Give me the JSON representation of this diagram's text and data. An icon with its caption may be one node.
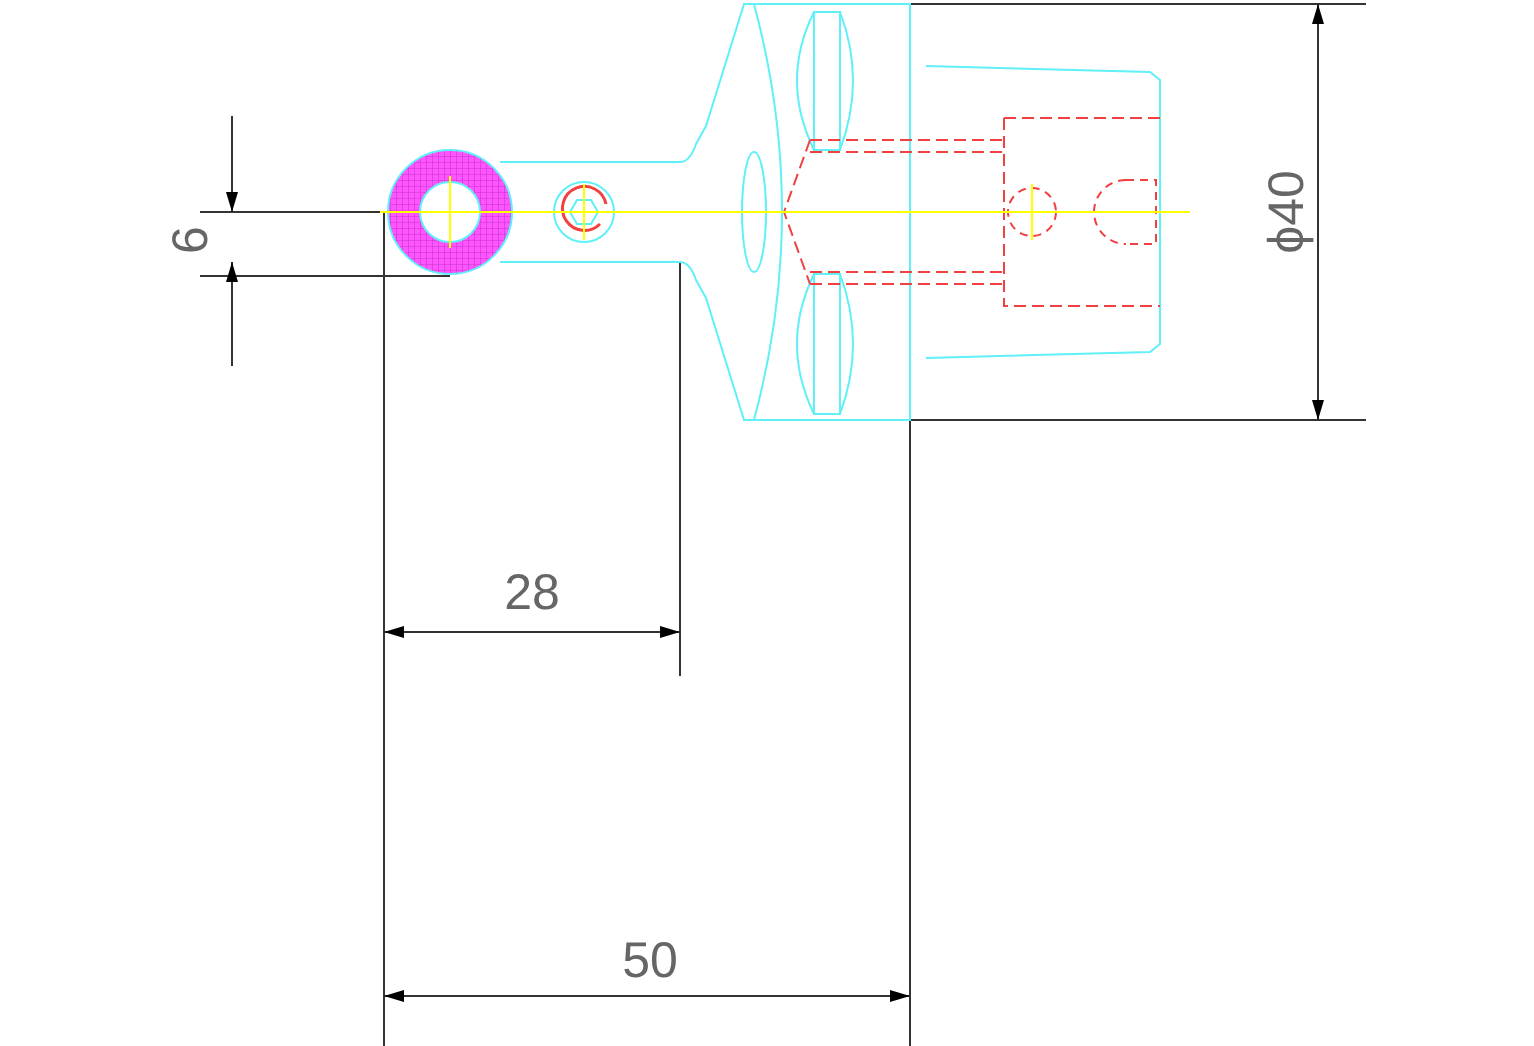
{
  "diagram": {
    "labels": [
      "6",
      "ϕ40",
      "28",
      "50"
    ]
  }
}
